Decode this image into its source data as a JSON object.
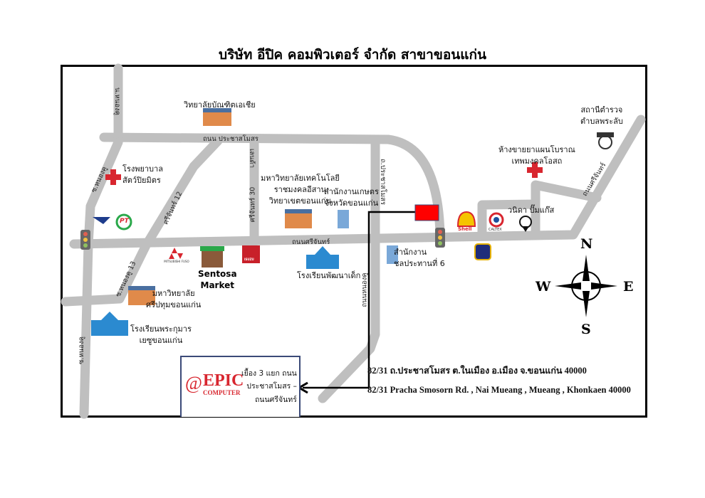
{
  "title": "บริษัท อีปิค คอมพิวเตอร์ จำกัด สาขาขอนแก่น",
  "roads": {
    "main": "ถนนศรีจันทร์",
    "main_east": "ถนนศรีจันทร์",
    "top": "ถนน ประชาสโมสร",
    "left_top": "น.หนองคู",
    "left_diag": "ซ.หนองคู",
    "soi12": "ศรีจันทร์ 12",
    "soi30": "ศรีจันทร์ 30",
    "soi30_top": "เลนด้า",
    "right_vertical": "ถ.ประชาสโมสร",
    "right_lower": "ถนนหนองคู",
    "left_lower": "ซ.หนองคู 13",
    "left_bottom": "ซ.หนองคู"
  },
  "places": {
    "asia_college": "วิทยาลัยบัณฑิตเอเชีย",
    "vet_hospital": [
      "โรงพยาบาล",
      "สัตว์ปิยมิตร"
    ],
    "rmuti": [
      "มหาวิทยาลัยเทคโนโลยี",
      "ราชมงคลอีสาน",
      "วิทยาเขตขอนแก่น"
    ],
    "agri_office": [
      "สำนักงานเกษตร",
      "จังหวัดขอนแก่น"
    ],
    "herbal_shop": [
      "ห้างขายยาแผนโบราณ",
      "เทพมงคลโอสถ"
    ],
    "police": [
      "สถานีตำรวจ",
      "ตำบลพระลับ"
    ],
    "gas_station": "วนิดา ปั๊มแก๊ส",
    "irrigation_office": [
      "สำนักงาน",
      "ชลประทานที่ 6"
    ],
    "kid_school": "โรงเรียนพัฒนาเด็ก",
    "sentosa": [
      "Sentosa",
      "Market"
    ],
    "sripatum": [
      "มหาวิทยาลัย",
      "ศรีปทุมขอนแก่น"
    ],
    "prakumarn": [
      "โรงเรียนพระกุมาร",
      "เยซูขอนแก่น"
    ]
  },
  "logos": {
    "shell": "Shell",
    "caltex": "CALTEX",
    "mitsubishi": "MITSUBISHI FUSO",
    "isuzu": "ISUZU",
    "pt": "PT"
  },
  "epic": {
    "logo_main": "EPIC",
    "logo_sub": "COMPUTER",
    "note": [
      "เยื้อง 3 แยก ถนน",
      "ประชาสโมสร –",
      "ถนนศรีจันทร์"
    ]
  },
  "compass": {
    "n": "N",
    "s": "S",
    "e": "E",
    "w": "W"
  },
  "address": {
    "thai": "82/31 ถ.ประชาสโมสร ต.ในเมือง อ.เมือง  จ.ขอนแก่น 40000",
    "english": "82/31 Pracha Smosorn Rd. , Nai Mueang , Mueang , Khonkaen 40000"
  },
  "colors": {
    "road": "#bfbfbf",
    "marker": "#ff0000",
    "epic_red": "#d8262f",
    "frame": "#000000"
  }
}
